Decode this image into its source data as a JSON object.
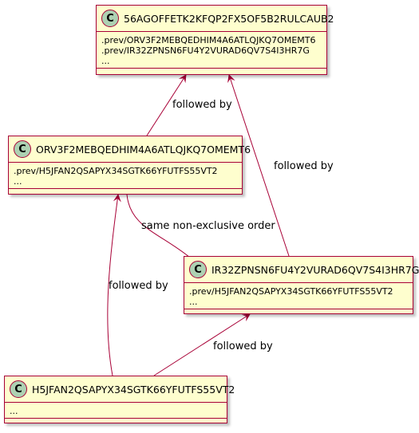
{
  "classes": {
    "c56": {
      "name": "56AGOFFETK2KFQP2FX5OF5B2RULCAUB2",
      "attrs": [
        ".prev/ORV3F2MEBQEDHIM4A6ATLQJKQ7OMEMT6",
        ".prev/IR32ZPNSN6FU4Y2VURAD6QV7S4I3HR7G",
        "..."
      ]
    },
    "orv": {
      "name": "ORV3F2MEBQEDHIM4A6ATLQJKQ7OMEMT6",
      "attrs": [
        ".prev/H5JFAN2QSAPYX34SGTK66YFUTFS55VT2",
        "..."
      ]
    },
    "ir3": {
      "name": "IR32ZPNSN6FU4Y2VURAD6QV7S4I3HR7G",
      "attrs": [
        ".prev/H5JFAN2QSAPYX34SGTK66YFUTFS55VT2",
        "..."
      ]
    },
    "h5j": {
      "name": "H5JFAN2QSAPYX34SGTK66YFUTFS55VT2",
      "attrs": [
        "..."
      ]
    }
  },
  "class_badge": "C",
  "edge_labels": {
    "orv_to_56": "followed by",
    "ir3_to_56": "followed by",
    "orv_ir3": "same non-exclusive order",
    "h5j_to_orv": "followed by",
    "h5j_to_ir3": "followed by"
  },
  "colors": {
    "class_fill": "#FEFECE",
    "border": "#A80036",
    "badge": "#ADD1B2"
  }
}
